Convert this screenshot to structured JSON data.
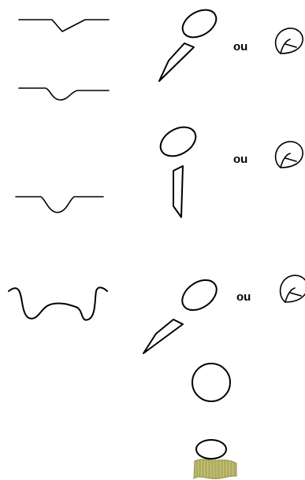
{
  "labels": {
    "row1_or": "ou",
    "row2_or": "ou",
    "row3_or": "ou"
  },
  "colors": {
    "line": "#000000",
    "texture_fill": "#c8c47a",
    "texture_stroke": "#8e8a3c"
  },
  "icons": {
    "profile_groove": "profile-groove-icon",
    "seed": "seed-icon",
    "cotyledon": "cotyledon-icon",
    "stem": "stem-icon",
    "textured_block": "textured-block-icon"
  }
}
